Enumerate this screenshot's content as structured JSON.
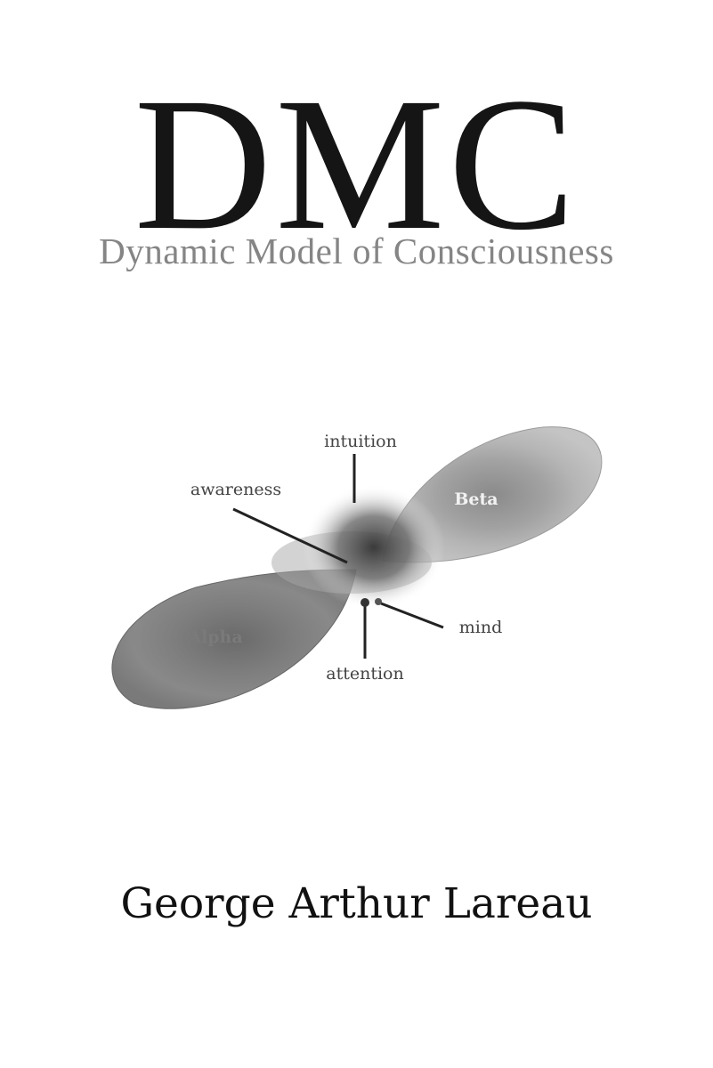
{
  "cover": {
    "title": "DMC",
    "subtitle": "Dynamic Model of Consciousness",
    "author": "George Arthur Lareau"
  },
  "diagram": {
    "labels": {
      "intuition": "intuition",
      "awareness": "awareness",
      "beta": "Beta",
      "alpha": "Alpha",
      "mind": "mind",
      "attention": "attention"
    }
  }
}
